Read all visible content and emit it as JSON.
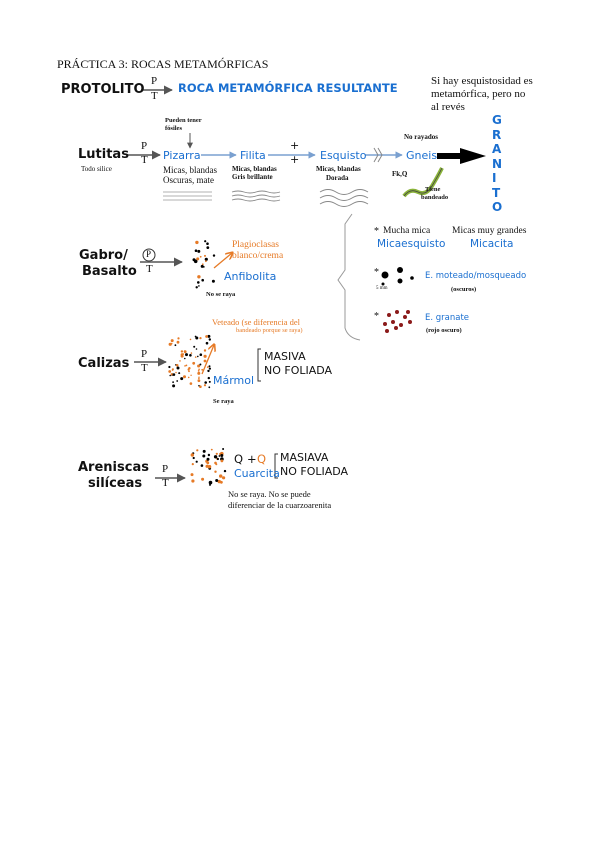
{
  "title": "PRÁCTICA 3: ROCAS METAMÓRFICAS",
  "colors": {
    "blue": "#1a6fd0",
    "orange": "#e67a26",
    "dark_red": "#8b1a1a",
    "green": "#8ab33a"
  },
  "legend": {
    "protolito": "PROTOLITO",
    "p": "P",
    "t": "T",
    "resultante": "ROCA METAMÓRFICA RESULTANTE",
    "note_line1": "Si hay esquistosidad es",
    "note_line2": "metamórfica, pero no",
    "note_line3": "al revés"
  },
  "granito": [
    "G",
    "R",
    "A",
    "N",
    "I",
    "T",
    "O"
  ],
  "lutitas": {
    "label": "Lutitas",
    "sub": "Todo silice",
    "fossils_line1": "Pueden tener",
    "fossils_line2": "fósiles",
    "pizarra": "Pizarra",
    "pizarra_desc1": "Micas, blandas",
    "pizarra_desc2": "Oscuras, mate",
    "filita": "Filita",
    "filita_desc1": "Micas, blandas",
    "filita_desc2": "Gris brillante",
    "plus": "+",
    "esquisto": "Esquisto",
    "esquisto_desc1": "Micas, blandas",
    "esquisto_desc2": "Dorada",
    "gneis_note": "No rayados",
    "gneis": "Gneis",
    "fk_q": "Fk,Q",
    "bandeado_line1": "Tiene",
    "bandeado_line2": "bandeado"
  },
  "esquistos": {
    "mucha_mica": "Mucha mica",
    "micaesquisto": "Micaesquisto",
    "micas_grandes": "Micas muy grandes",
    "micacita": "Micacita",
    "scale": "5 mm",
    "moteado": "E. moteado/mosqueado",
    "moteado_note": "(oscuros)",
    "granate": "E. granate",
    "granate_note": "(rojo oscuro)",
    "asterisk": "*"
  },
  "gabro": {
    "label1": "Gabro/",
    "label2": "Basalto",
    "plagioclasas1": "Plagioclasas",
    "plagioclasas2": "blanco/crema",
    "anfibolita": "Anfibolita",
    "note": "No se raya"
  },
  "calizas": {
    "label": "Calizas",
    "veteado": "Veteado (se diferencia del",
    "veteado2": "bandeado porque se raya)",
    "marmol": "Mármol",
    "masiva1": "MASIVA",
    "masiva2": "NO FOLIADA",
    "note": "Se raya"
  },
  "areniscas": {
    "label1": "Areniscas",
    "label2": "silíceas",
    "q1": "Q",
    "plus": "+",
    "q2": "Q",
    "cuarcita": "Cuarcita",
    "masiva1": "MASIAVA",
    "masiva2": "NO FOLIADA",
    "note1": "No se raya. No se puede",
    "note2": "diferenciar de la cuarzoarenita"
  }
}
